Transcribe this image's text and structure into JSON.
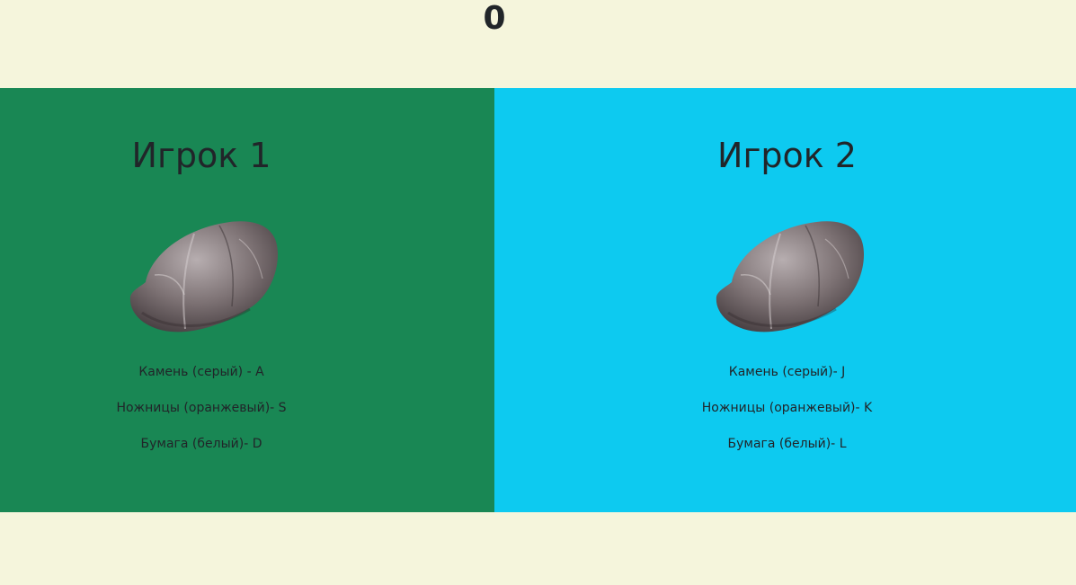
{
  "score": "0",
  "colors": {
    "page_background": "#f5f5dc",
    "player1_background": "#198754",
    "player2_background": "#0dcaf0"
  },
  "players": [
    {
      "title": "Игрок 1",
      "choice_icon": "rock-icon",
      "controls": [
        "Камень (серый) - A",
        "Ножницы (оранжевый)- S",
        "Бумага (белый)- D"
      ]
    },
    {
      "title": "Игрок 2",
      "choice_icon": "rock-icon",
      "controls": [
        "Камень (серый)- J",
        "Ножницы (оранжевый)- K",
        "Бумага (белый)- L"
      ]
    }
  ]
}
